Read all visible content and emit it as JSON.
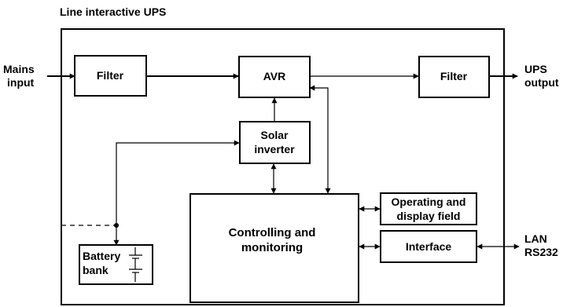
{
  "title": "Line interactive UPS",
  "mains_input": [
    "Mains",
    "input"
  ],
  "ups_output": [
    "UPS",
    "output"
  ],
  "lan": [
    "LAN",
    "RS232"
  ],
  "blocks": {
    "filter_in": "Filter",
    "avr": "AVR",
    "filter_out": "Filter",
    "solar_inverter": [
      "Solar",
      "inverter"
    ],
    "controlling": [
      "Controlling and",
      "monitoring"
    ],
    "operating": [
      "Operating and",
      "display field"
    ],
    "interface": "Interface",
    "battery": [
      "Battery",
      "bank"
    ]
  }
}
